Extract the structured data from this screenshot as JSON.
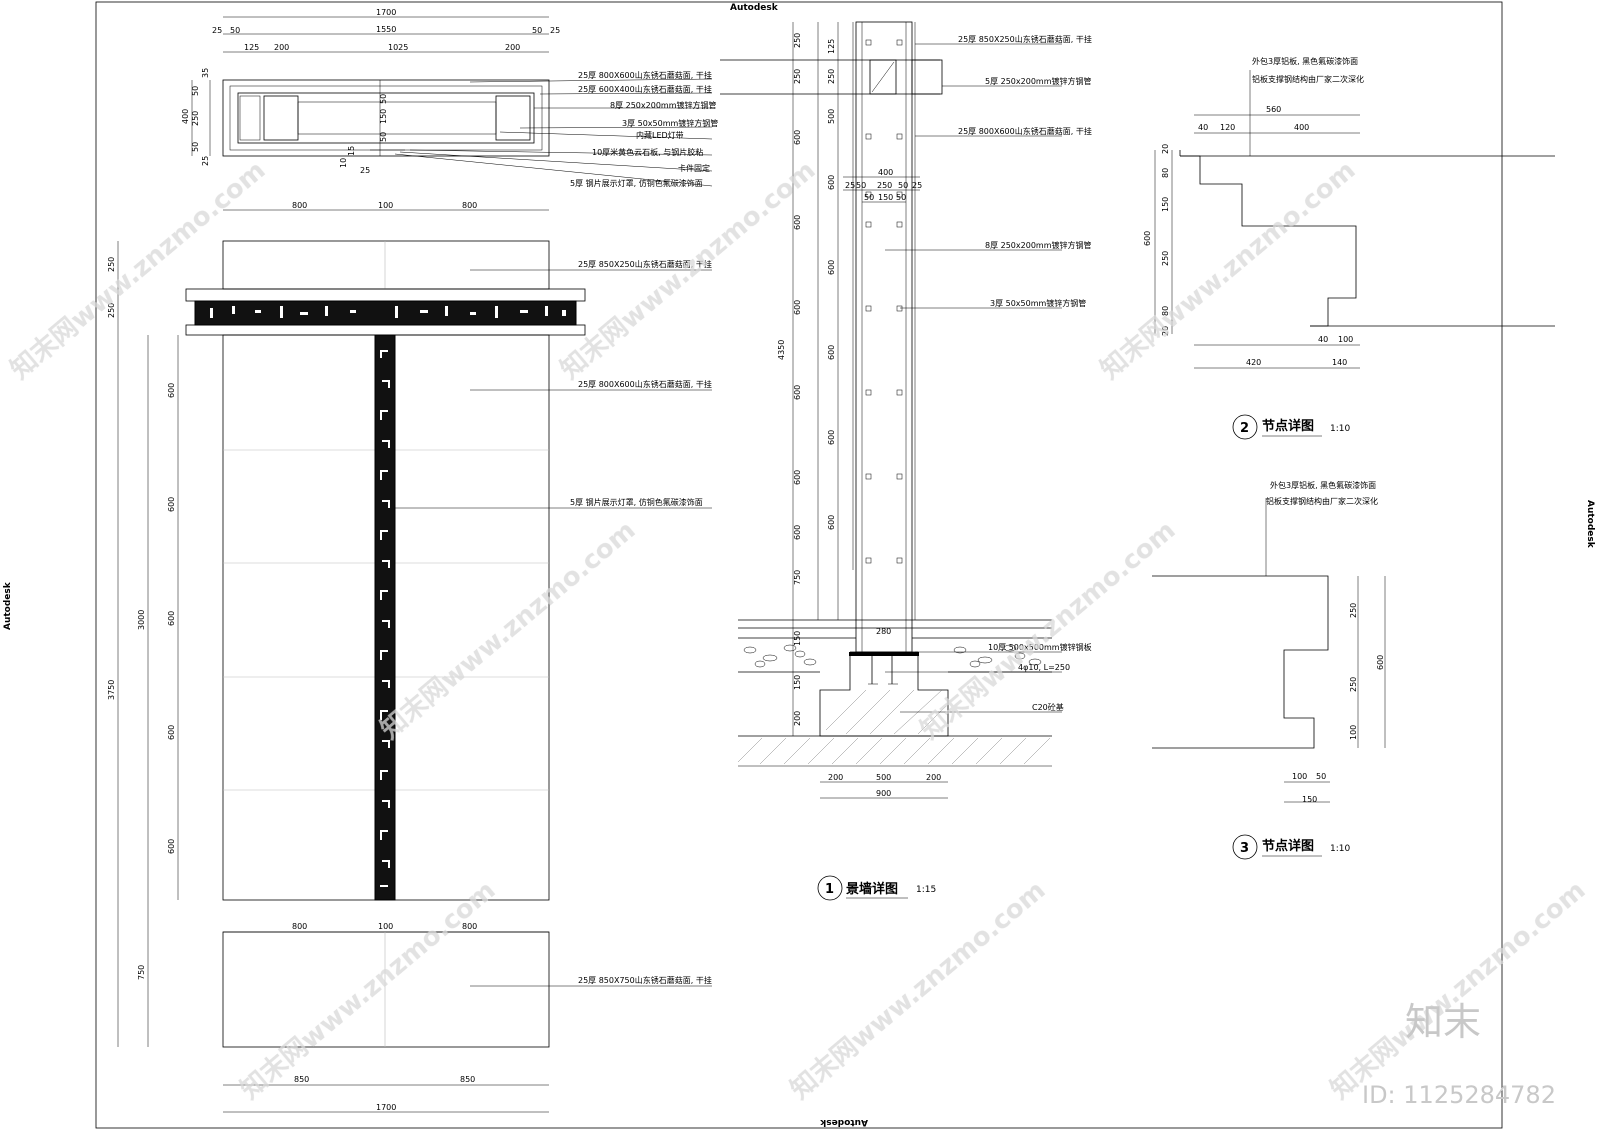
{
  "brand": {
    "autodesk": "Autodesk"
  },
  "plan_view": {
    "top_dims": [
      "1700",
      "25",
      "1550",
      "25",
      "50",
      "125",
      "200",
      "1025",
      "200",
      "50"
    ],
    "left_dims": [
      "35",
      "400",
      "50",
      "250",
      "50",
      "25"
    ],
    "inner_dims": [
      "50",
      "150",
      "50",
      "10",
      "15",
      "25"
    ],
    "notes": [
      "25厚 800X600山东锈石蘑菇面, 干挂",
      "25厚 600X400山东锈石蘑菇面, 干挂",
      "8厚 250x200mm镀锌方钢管",
      "3厚 50x50mm镀锌方钢管",
      "内藏LED灯带",
      "10厚米黄色云石板, 与钢片胶粘",
      "卡件固定",
      "5厚 钢片展示灯罩, 仿铜色氟碳漆饰面"
    ]
  },
  "elevation_view": {
    "top_dims": [
      "800",
      "100",
      "800"
    ],
    "mid_dims": [
      "800",
      "100",
      "800"
    ],
    "bottom_dims": [
      "850",
      "850",
      "1700"
    ],
    "left_dims": [
      "250",
      "250",
      "3750",
      "3000",
      "600",
      "600",
      "600",
      "600",
      "600",
      "750"
    ],
    "notes": [
      "25厚 850X250山东锈石蘑菇面, 干挂",
      "25厚 800X600山东锈石蘑菇面, 干挂",
      "5厚 钢片展示灯罩, 仿铜色氟碳漆饰面",
      "25厚 850X750山东锈石蘑菇面, 干挂"
    ]
  },
  "section_view": {
    "title_num": "1",
    "title": "景墙详图",
    "scale": "1:15",
    "left_dims": [
      "250",
      "250",
      "600",
      "600",
      "600",
      "600",
      "600",
      "600",
      "750",
      "4350",
      "150",
      "150",
      "200"
    ],
    "inner_dims": [
      "125",
      "250",
      "500",
      "600",
      "600",
      "600",
      "600",
      "600"
    ],
    "top_dims": [
      "400",
      "25",
      "50",
      "250",
      "50",
      "25",
      "50",
      "150",
      "50"
    ],
    "foot_dims": [
      "280",
      "200",
      "500",
      "200",
      "900"
    ],
    "notes": [
      "25厚 850X250山东锈石蘑菇面, 干挂",
      "5厚 250x200mm镀锌方钢管",
      "25厚 800X600山东锈石蘑菇面, 干挂",
      "8厚 250x200mm镀锌方钢管",
      "3厚 50x50mm镀锌方钢管",
      "10厚 500x500mm镀锌钢板",
      "4φ10, L=250",
      "C20砼基"
    ]
  },
  "detail2": {
    "title_num": "2",
    "title": "节点详图",
    "scale": "1:10",
    "notes": [
      "外包3厚铝板, 黑色氟碳漆饰面",
      "铝板支撑钢结构由厂家二次深化"
    ],
    "top_dims": [
      "560",
      "40",
      "120",
      "400"
    ],
    "left_dims": [
      "20",
      "80",
      "150",
      "600",
      "250",
      "80",
      "20"
    ],
    "bottom_dims": [
      "40",
      "100",
      "420",
      "140"
    ]
  },
  "detail3": {
    "title_num": "3",
    "title": "节点详图",
    "scale": "1:10",
    "notes": [
      "外包3厚铝板, 黑色氟碳漆饰面",
      "铝板支撑钢结构由厂家二次深化"
    ],
    "right_dims": [
      "250",
      "600",
      "250",
      "100"
    ],
    "bottom_dims": [
      "100",
      "50",
      "150"
    ]
  },
  "watermarks": {
    "site": "知末网www.znzmo.com",
    "logo": "知末",
    "id": "ID: 1125284782"
  }
}
